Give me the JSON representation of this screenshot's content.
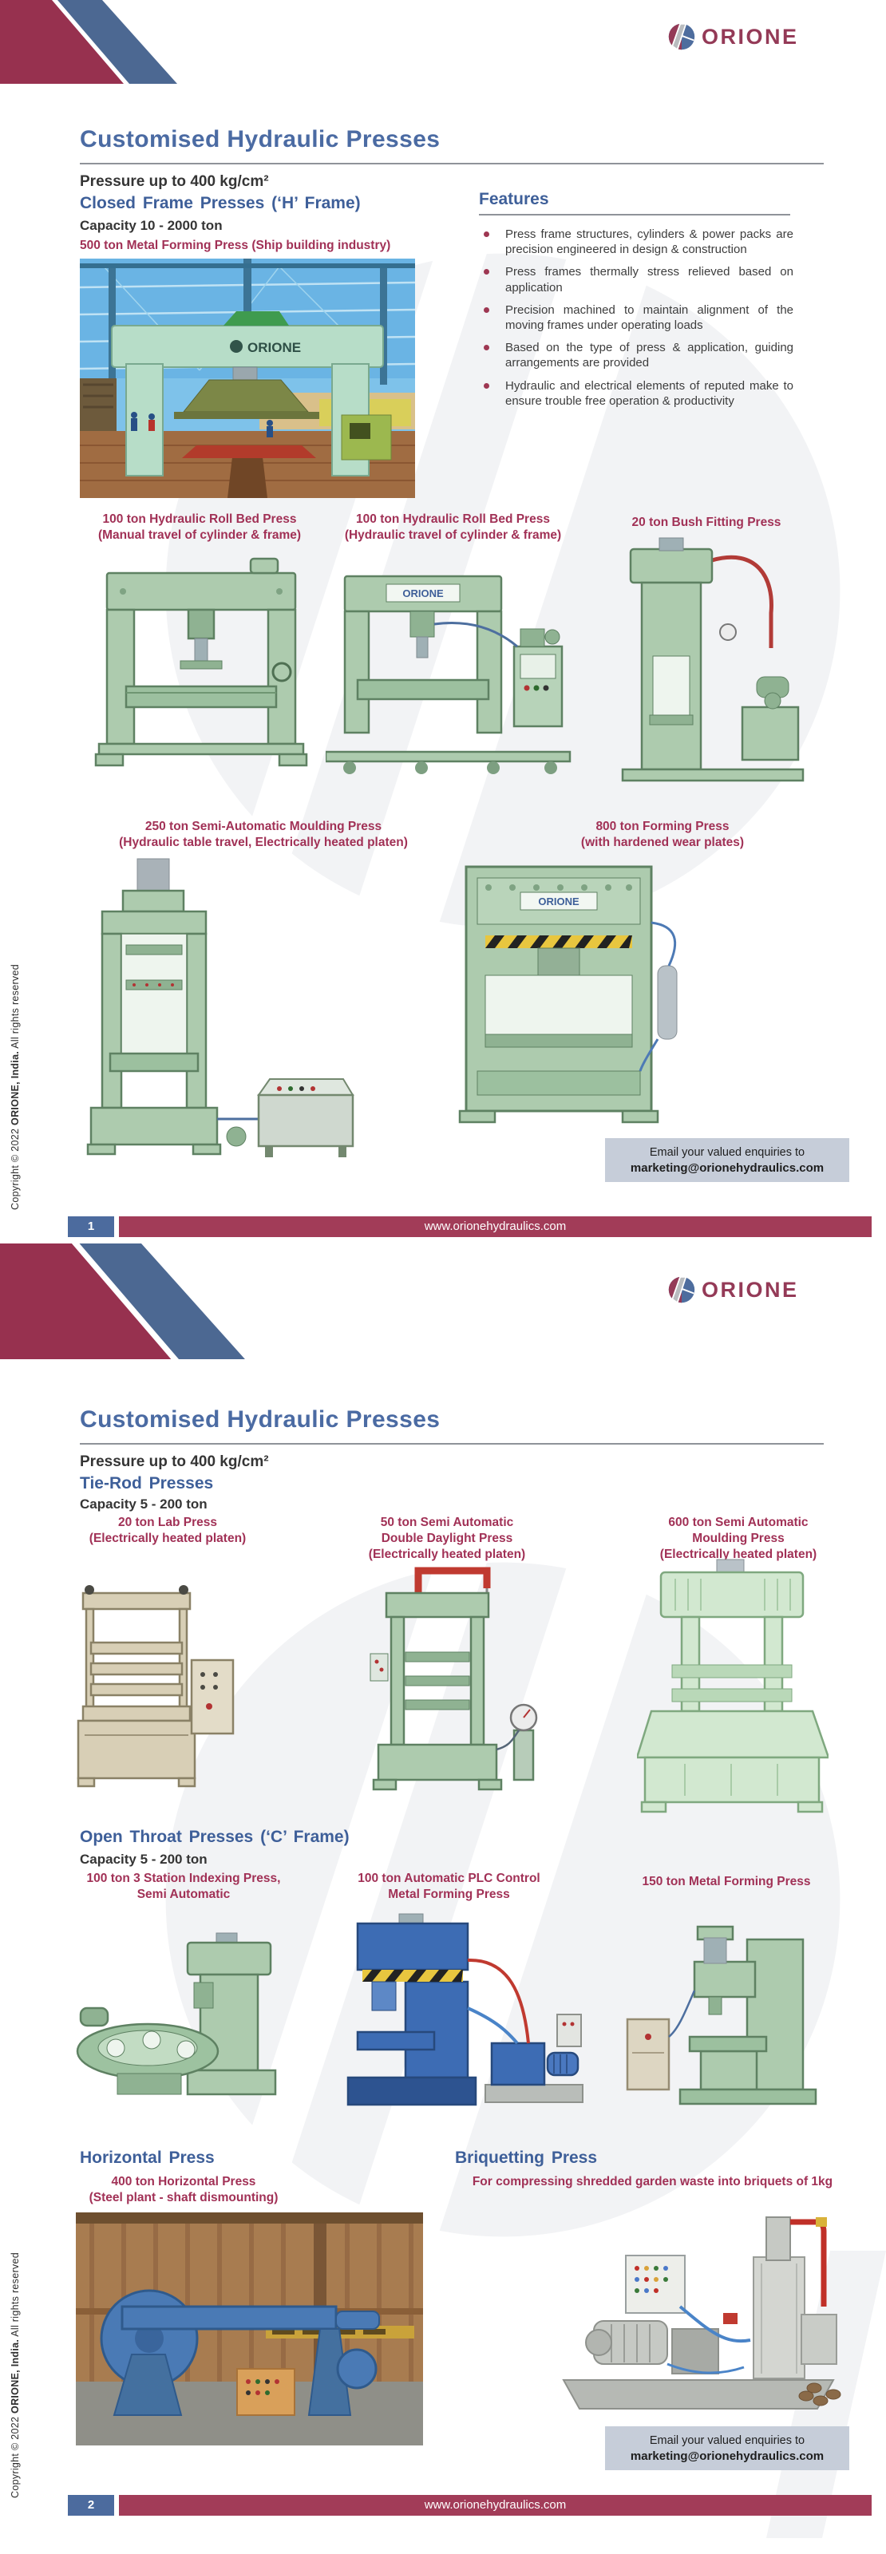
{
  "brand": {
    "name": "ORIONE"
  },
  "site_url": "www.orionehydraulics.com",
  "email": {
    "line1": "Email your valued enquiries to",
    "line2": "marketing@orionehydraulics.com"
  },
  "copyright": {
    "prefix": "Copyright © 2022 ",
    "brand": "ORIONE, India.",
    "suffix": " All rights reserved"
  },
  "colors": {
    "maroon_decoration": "#97314f",
    "blue_decoration": "#4c6892",
    "heading_blue": "#3e5f99",
    "caption_maroon": "#a13156",
    "footer_bar": "#a23c58",
    "email_box_bg": "#c6cdd9"
  },
  "page1": {
    "number": "1",
    "title": "Customised Hydraulic Presses",
    "pressure": "Pressure up to 400 kg/cm²",
    "section": {
      "heading": "Closed Frame Presses (‘H’ Frame)",
      "capacity": "Capacity 10 - 2000 ton"
    },
    "hero": {
      "caption": "500 ton Metal Forming Press (Ship building industry)"
    },
    "features": {
      "heading": "Features",
      "items": [
        "Press frame structures, cylinders & power packs are precision engineered in design & construction",
        "Press frames thermally stress relieved based on application",
        "Precision machined to maintain alignment of the moving frames under operating loads",
        "Based on the type of press & application, guiding arrangements are provided",
        "Hydraulic and electrical elements of reputed make to ensure trouble free operation & productivity"
      ]
    },
    "products": [
      {
        "lines": [
          "100 ton Hydraulic Roll Bed Press",
          "(Manual travel of cylinder & frame)"
        ]
      },
      {
        "lines": [
          "100 ton Hydraulic Roll Bed Press",
          "(Hydraulic travel of cylinder & frame)"
        ]
      },
      {
        "lines": [
          "20 ton Bush Fitting Press"
        ]
      },
      {
        "lines": [
          "250 ton Semi-Automatic Moulding Press",
          "(Hydraulic table travel, Electrically heated platen)"
        ]
      },
      {
        "lines": [
          "800 ton Forming Press",
          "(with hardened wear plates)"
        ]
      }
    ]
  },
  "page2": {
    "number": "2",
    "title": "Customised Hydraulic Presses",
    "pressure": "Pressure up to 400 kg/cm²",
    "tie_rod": {
      "heading": "Tie-Rod Presses",
      "capacity": "Capacity 5 - 200 ton"
    },
    "open_throat": {
      "heading": "Open Throat Presses (‘C’ Frame)",
      "capacity": "Capacity 5 - 200 ton"
    },
    "horizontal": {
      "heading": "Horizontal Press",
      "caption": [
        "400 ton Horizontal Press",
        "(Steel plant - shaft dismounting)"
      ]
    },
    "briquetting": {
      "heading": "Briquetting Press",
      "note": "For compressing shredded garden waste into briquets of 1kg"
    },
    "tie_rod_products": [
      {
        "lines": [
          "20 ton Lab Press",
          "(Electrically heated platen)"
        ]
      },
      {
        "lines": [
          "50 ton Semi Automatic",
          "Double Daylight Press",
          "(Electrically heated platen)"
        ]
      },
      {
        "lines": [
          "600 ton Semi Automatic",
          "Moulding Press",
          "(Electrically heated platen)"
        ]
      }
    ],
    "open_throat_products": [
      {
        "lines": [
          "100 ton 3 Station Indexing Press,",
          "Semi Automatic"
        ]
      },
      {
        "lines": [
          "100 ton Automatic PLC Control",
          "Metal Forming Press"
        ]
      },
      {
        "lines": [
          "150 ton Metal Forming Press"
        ]
      }
    ]
  }
}
